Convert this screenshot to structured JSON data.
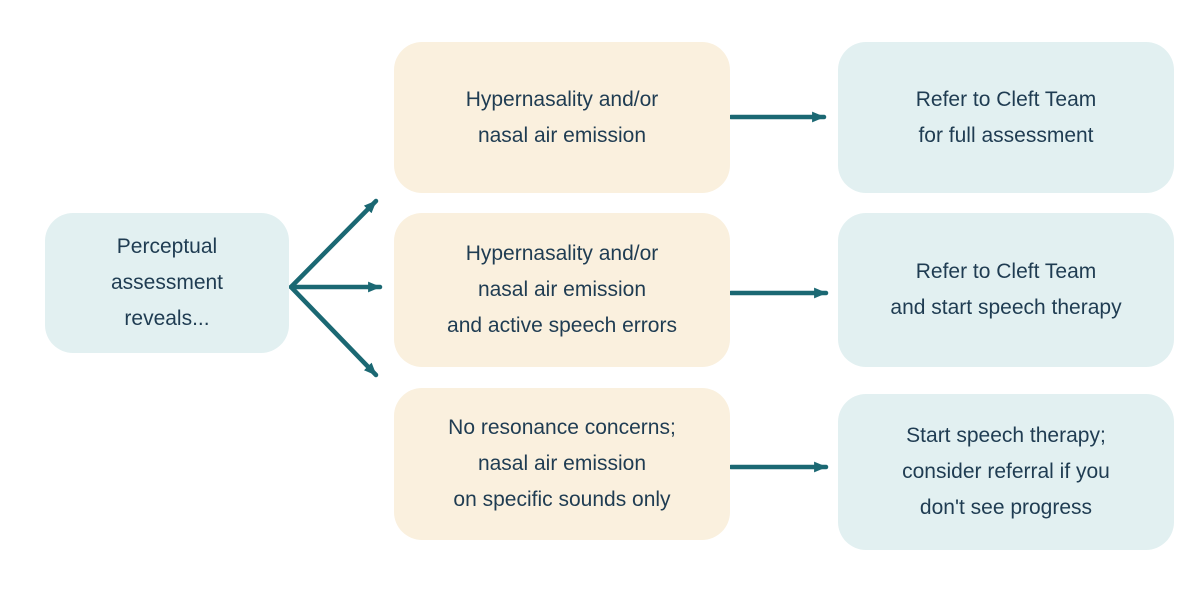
{
  "colors": {
    "background": "#ffffff",
    "node_blue": "#e2f0f1",
    "node_cream": "#faf0de",
    "arrow": "#1b6873",
    "text": "#1f3c52"
  },
  "flowchart": {
    "root": {
      "label": "Perceptual\nassessment\nreveals..."
    },
    "branches": [
      {
        "condition": "Hypernasality and/or\nnasal air emission",
        "action": "Refer to Cleft Team\nfor full assessment"
      },
      {
        "condition": "Hypernasality and/or\nnasal air emission\nand active speech errors",
        "action": "Refer to Cleft Team\nand start speech therapy"
      },
      {
        "condition": "No resonance concerns;\nnasal air emission\non specific sounds only",
        "action": "Start speech therapy;\nconsider referral if you\ndon't see progress"
      }
    ]
  }
}
